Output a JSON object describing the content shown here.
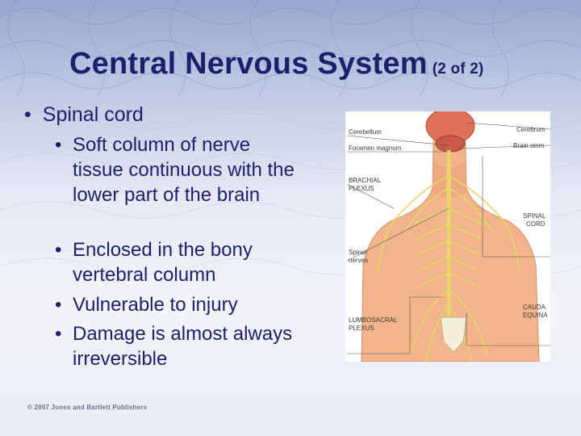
{
  "slide": {
    "title": "Central Nervous System",
    "title_suffix": "(2 of 2)",
    "bullet_main": "Spinal cord",
    "sub_bullets": [
      "Soft column of nerve tissue continuous with the lower part of the brain",
      "Enclosed in the bony vertebral column",
      "Vulnerable to injury",
      "Damage is almost always irreversible"
    ],
    "copyright": "© 2007 Jones and Bartlett Publishers"
  },
  "figure": {
    "labels": {
      "cerebellum": "Cerebellum",
      "foramen": "Foramen magnum",
      "brachial_1": "BRACHIAL",
      "brachial_2": "PLEXUS",
      "spinal_nerves_1": "Spinal",
      "spinal_nerves_2": "nerves",
      "lumbosacral_1": "LUMBOSACRAL",
      "lumbosacral_2": "PLEXUS",
      "cerebrum": "Cerebrum",
      "brain_stem": "Brain stem",
      "spinal_cord_1": "SPINAL",
      "spinal_cord_2": "CORD",
      "cauda_1": "CAUDA",
      "cauda_2": "EQUINA"
    }
  },
  "colors": {
    "title": "#1c1f6b",
    "skin": "#f2b48a",
    "nerve": "#e8d66a",
    "brain": "#e0705a"
  }
}
